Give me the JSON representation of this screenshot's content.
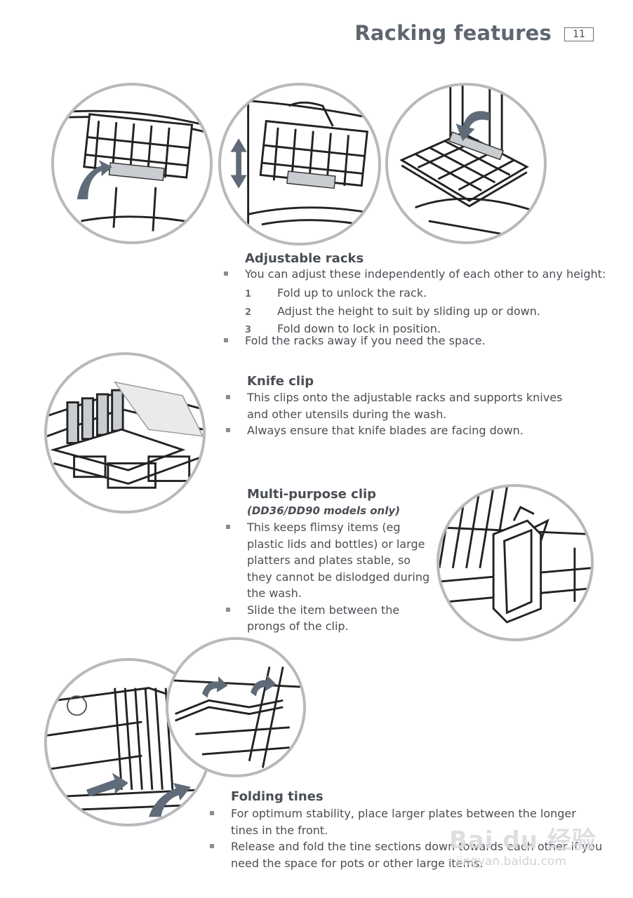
{
  "header": {
    "title": "Racking features",
    "page_number": "11"
  },
  "adjustable_racks": {
    "heading": "Adjustable racks",
    "intro": "You can adjust these independently of each other to any height:",
    "steps": [
      {
        "num": "1",
        "text": "Fold up to unlock the rack."
      },
      {
        "num": "2",
        "text": "Adjust the height to suit by sliding up or down."
      },
      {
        "num": "3",
        "text": "Fold down to lock in position."
      }
    ],
    "outro": "Fold the racks away if you need the space."
  },
  "knife_clip": {
    "heading": "Knife clip",
    "bullets": [
      "This clips onto the adjustable racks and supports knives and other utensils during the wash.",
      "Always ensure that knife blades are facing down."
    ]
  },
  "multi_purpose_clip": {
    "heading": "Multi-purpose clip",
    "subheading": "(DD36/DD90 models only)",
    "bullets": [
      "This keeps flimsy items (eg plastic lids and bottles) or large platters and plates stable, so they cannot be dislodged during the wash.",
      "Slide the item between the prongs of the clip."
    ]
  },
  "folding_tines": {
    "heading": "Folding tines",
    "bullets": [
      "For optimum stability, place larger plates between the longer tines in the front.",
      "Release and fold the tine sections down towards each other if you need the space for pots or other large items."
    ]
  },
  "watermark": {
    "logo": "Bai du 经验",
    "url": "jingyan.baidu.com"
  },
  "colors": {
    "text": "#4a4e54",
    "circle_border": "#b7b9bc",
    "arrow": "#5f6b78",
    "title": "#5f6670"
  }
}
